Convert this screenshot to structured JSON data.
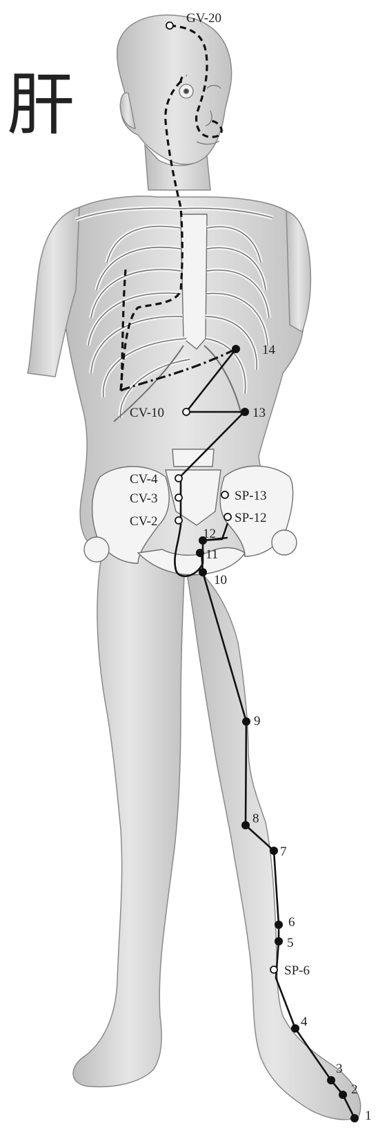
{
  "glyph": "肝",
  "points": {
    "gv20": "GV-20",
    "cv10": "CV-10",
    "cv4": "CV-4",
    "cv3": "CV-3",
    "cv2": "CV-2",
    "sp13": "SP-13",
    "sp12": "SP-12",
    "sp6": "SP-6",
    "lv1": "1",
    "lv2": "2",
    "lv3": "3",
    "lv4": "4",
    "lv5": "5",
    "lv6": "6",
    "lv7": "7",
    "lv8": "8",
    "lv9": "9",
    "lv10": "10",
    "lv11": "11",
    "lv12": "12",
    "lv13": "13",
    "lv14": "14"
  },
  "colors": {
    "line": "#111111",
    "body_fill": "#d6d6d6",
    "body_stroke": "#8a8a8a",
    "bone": "#f4f4f4"
  }
}
